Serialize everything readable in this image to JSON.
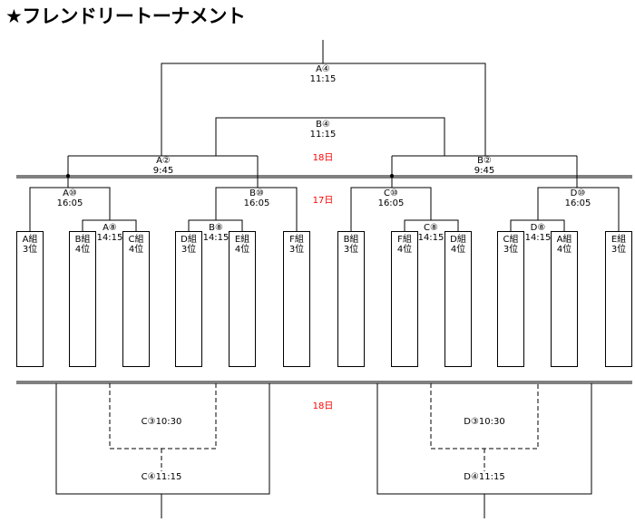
{
  "title": "★フレンドリートーナメント",
  "days": {
    "top": "18日",
    "middle": "17日",
    "bottom": "18日"
  },
  "final": {
    "game": "A④",
    "time": "11:15"
  },
  "third_place": {
    "game": "B④",
    "time": "11:15"
  },
  "semis": [
    {
      "game": "A②",
      "time": "9:45"
    },
    {
      "game": "B②",
      "time": "9:45"
    }
  ],
  "quarters": [
    {
      "game": "A⑩",
      "time": "16:05"
    },
    {
      "game": "B⑩",
      "time": "16:05"
    },
    {
      "game": "C⑩",
      "time": "16:05"
    },
    {
      "game": "D⑩",
      "time": "16:05"
    }
  ],
  "prelims": [
    {
      "game": "A⑧",
      "time": "14:15"
    },
    {
      "game": "B⑧",
      "time": "14:15"
    },
    {
      "game": "C⑧",
      "time": "14:15"
    },
    {
      "game": "D⑧",
      "time": "14:15"
    }
  ],
  "teams": [
    {
      "group": "A組",
      "rank": "3位"
    },
    {
      "group": "B組",
      "rank": "4位"
    },
    {
      "group": "C組",
      "rank": "4位"
    },
    {
      "group": "D組",
      "rank": "3位"
    },
    {
      "group": "E組",
      "rank": "4位"
    },
    {
      "group": "F組",
      "rank": "3位"
    },
    {
      "group": "B組",
      "rank": "3位"
    },
    {
      "group": "F組",
      "rank": "4位"
    },
    {
      "group": "D組",
      "rank": "4位"
    },
    {
      "group": "C組",
      "rank": "3位"
    },
    {
      "group": "A組",
      "rank": "4位"
    },
    {
      "group": "E組",
      "rank": "3位"
    }
  ],
  "lower": [
    {
      "inner_game": "C③",
      "inner_time": "10:30",
      "outer_game": "C④",
      "outer_time": "11:15"
    },
    {
      "inner_game": "D③",
      "inner_time": "10:30",
      "outer_game": "D④",
      "outer_time": "11:15"
    }
  ]
}
